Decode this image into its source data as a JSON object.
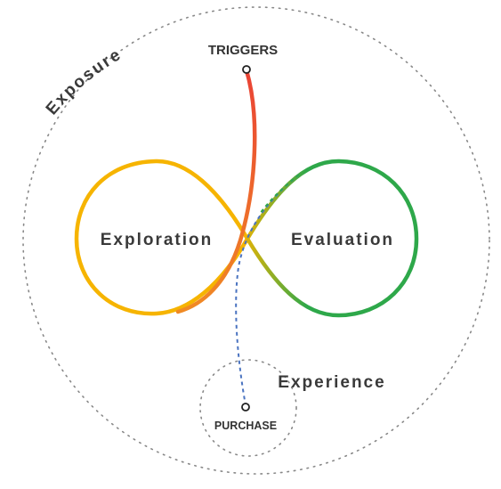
{
  "labels": {
    "exposure": "Exposure",
    "triggers": "TRIGGERS",
    "exploration": "Exploration",
    "evaluation": "Evaluation",
    "experience": "Experience",
    "purchase": "PURCHASE"
  },
  "colors": {
    "exploration_loop": "#F6B400",
    "evaluation_loop": "#2EA84A",
    "trigger_path_start": "#EA4335",
    "trigger_path_end": "#F08A24",
    "purchase_path": "#4A73C0",
    "dotted_circles": "#888888",
    "text": "#333333"
  }
}
